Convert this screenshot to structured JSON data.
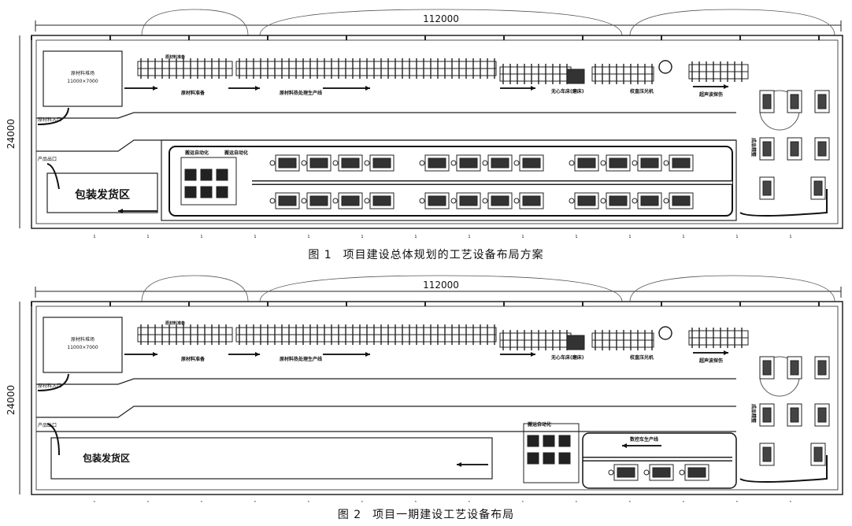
{
  "figures": [
    {
      "number": "图 1",
      "caption": "项目建设总体规划的工艺设备布局方案",
      "width_dim": "112000",
      "height_dim": "24000",
      "labels": {
        "raw_yard": "原材料堆场",
        "raw_yard_size": "11000×7000",
        "raw_entry": "原材料入口",
        "product_exit": "产品出口",
        "shipping": "包装发货区",
        "raw_prep": "原材料准备",
        "heat_line": "原材料热处理生产线",
        "centerless": "无心车床(磨床)",
        "straightener": "校直压光机",
        "inspection": "超声波探伤",
        "finish": "成品精整",
        "automation": "搬运自动化"
      }
    },
    {
      "number": "图 2",
      "caption": "项目一期建设工艺设备布局",
      "width_dim": "112000",
      "height_dim": "24000",
      "labels": {
        "raw_yard": "原材料堆场",
        "raw_yard_size": "11000×7000",
        "raw_entry": "原材料入口",
        "product_exit": "产品出口",
        "shipping": "包装发货区",
        "raw_prep": "原材料准备",
        "heat_line": "原材料热处理生产线",
        "centerless": "无心车床(磨床)",
        "straightener": "校直压光机",
        "inspection": "超声波探伤",
        "finish": "成品精整",
        "machining_line": "数控车生产线",
        "automation": "搬运自动化"
      }
    }
  ]
}
